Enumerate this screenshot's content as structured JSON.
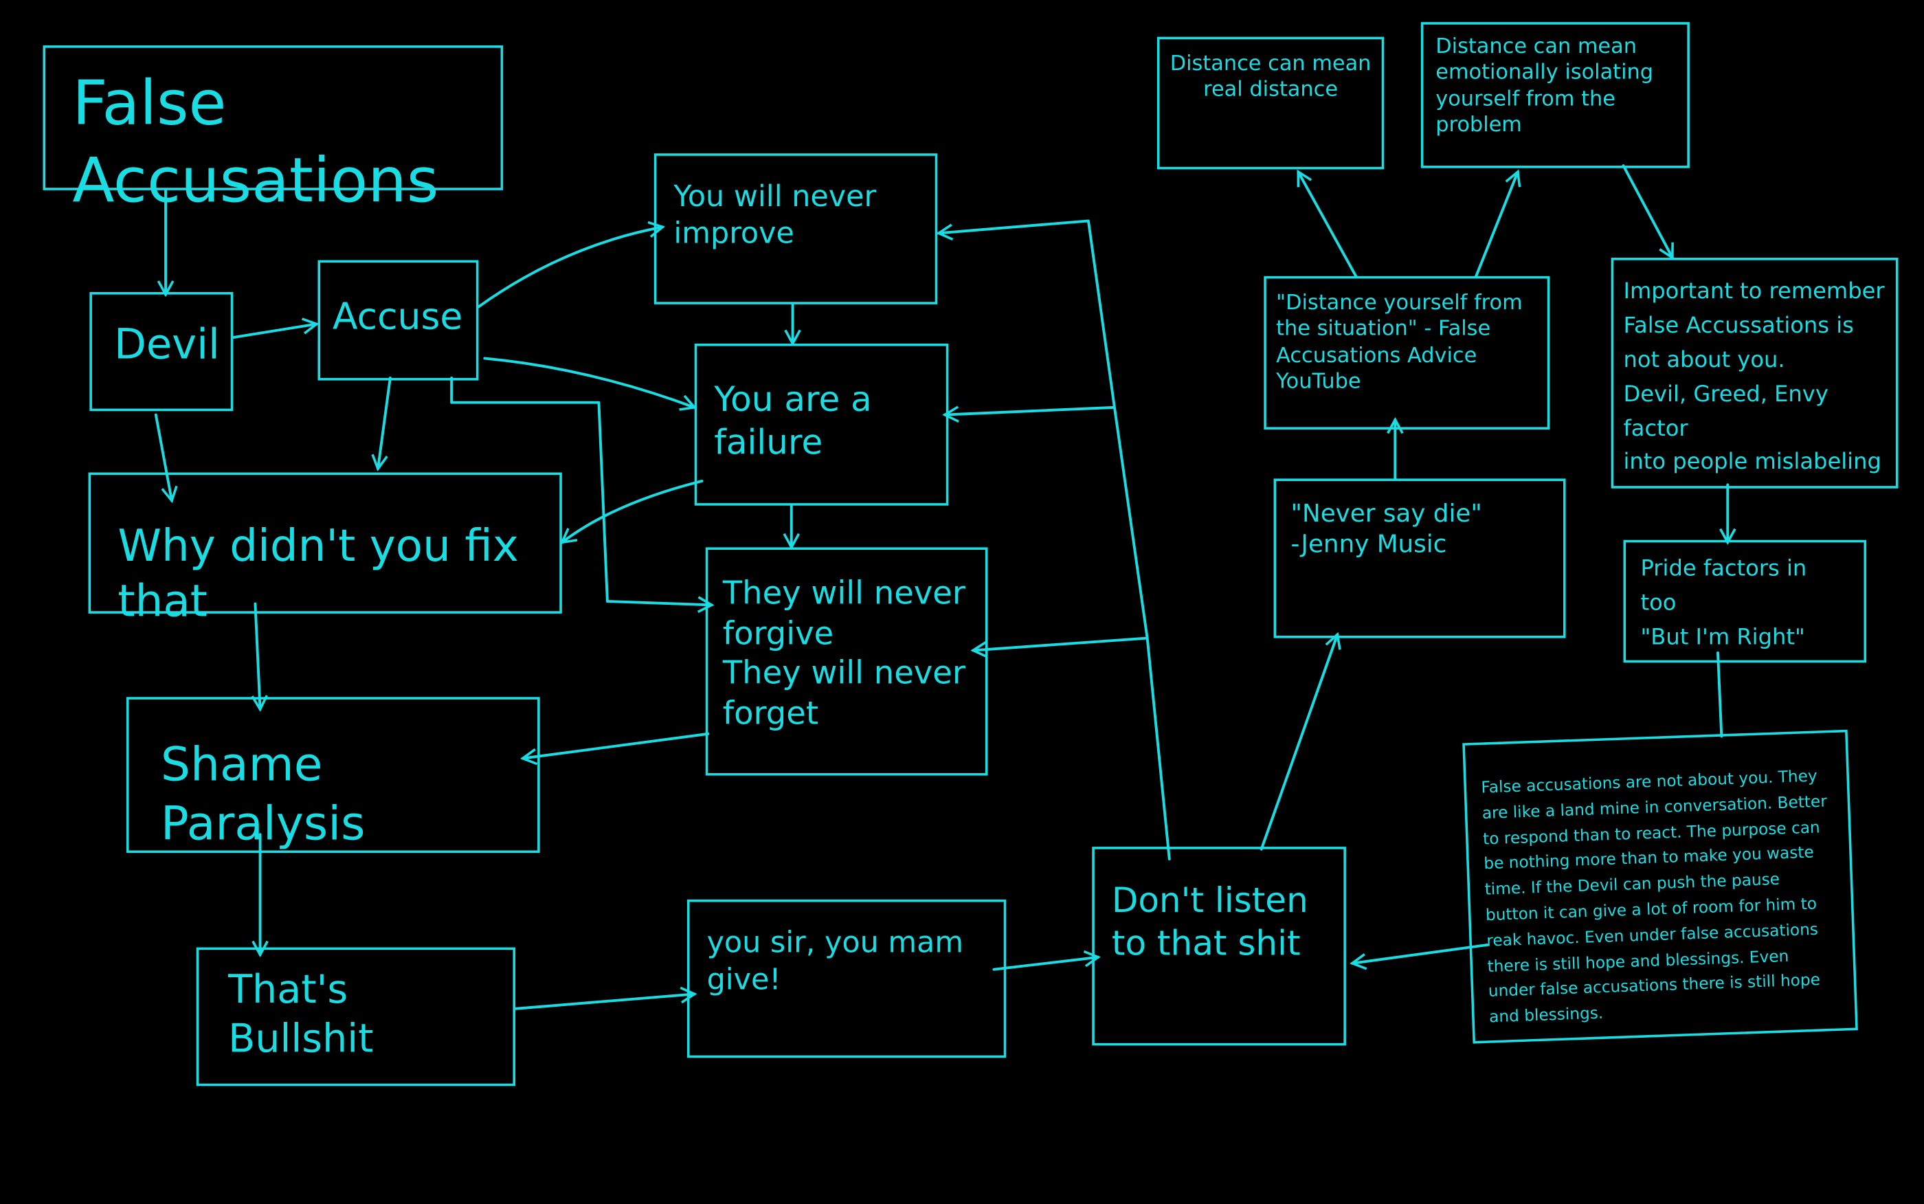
{
  "color": "#19dde3",
  "nodes": {
    "title": "False Accusations",
    "devil": "Devil",
    "accuse": "Accuse",
    "why": "Why didn't you fix that",
    "shame": "Shame Paralysis",
    "bullshit": "That's Bullshit",
    "improve": "You will never\nimprove",
    "failure": "You are a\nfailure",
    "forgive": "They will never\nforgive\nThey will never\nforget",
    "give": "you sir, you mam\ngive!",
    "dont_listen": "Don't listen\nto that shit",
    "real_distance": "Distance can mean\nreal distance",
    "emotional_distance": "Distance can mean\nemotionally isolating\nyourself from the\nproblem",
    "distance_yourself": "\"Distance yourself from\nthe situation\" - False\nAccusations Advice YouTube",
    "important": "Important to remember\nFalse Accussations is\nnot about you.\nDevil, Greed, Envy factor\ninto people mislabeling",
    "never_say_die": "\"Never say die\"\n-Jenny Music",
    "pride": "Pride factors in too\n\"But I'm Right\"",
    "paragraph": "False accusations are not about you. They are like a land mine in conversation. Better to respond than to react. The purpose can be nothing more than to make you waste time. If the Devil can push the pause button it can give a lot of room for him to reak havoc. Even under false accusations there is still hope and blessings. Even under false accusations there is still hope and blessings."
  }
}
